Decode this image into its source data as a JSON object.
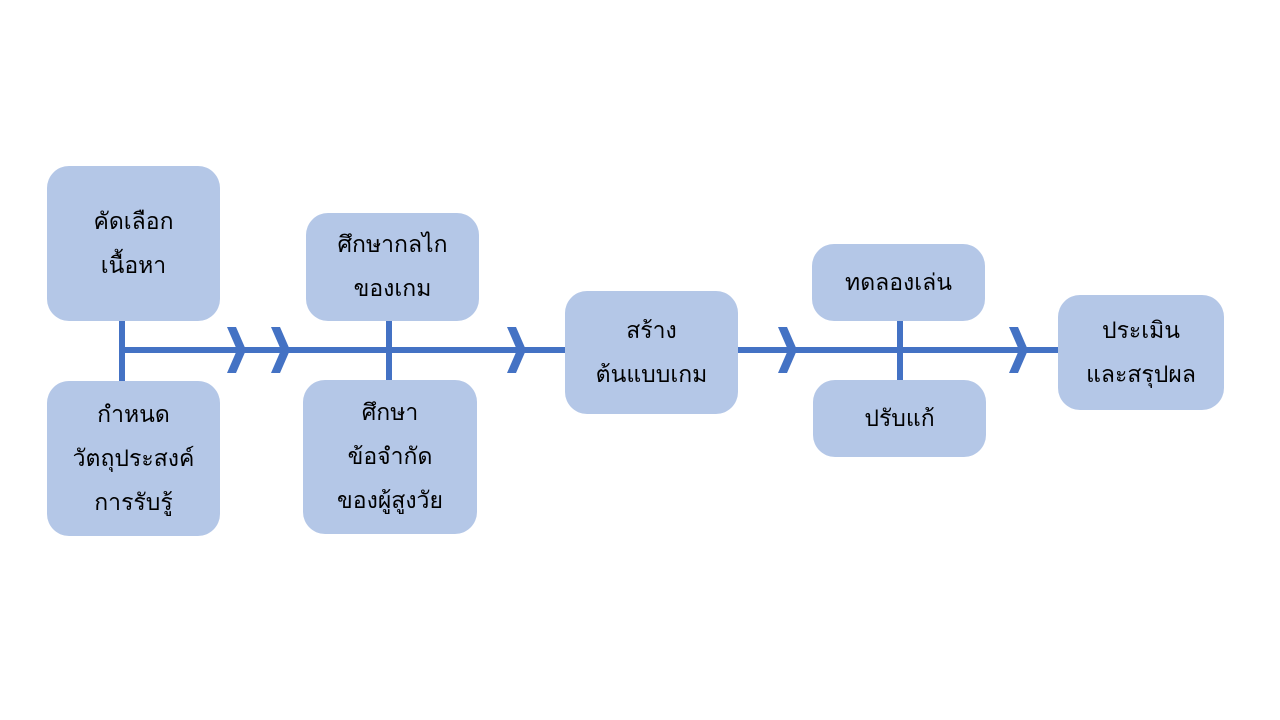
{
  "colors": {
    "box": "#b4c7e7",
    "line": "#4472c4"
  },
  "steps": [
    {
      "lines": [
        "คัดเลือก",
        "เนื้อหา"
      ]
    },
    {
      "lines": [
        "กำหนด",
        "วัตถุประสงค์",
        "การรับรู้"
      ]
    },
    {
      "lines": [
        "ศึกษากลไก",
        "ของเกม"
      ]
    },
    {
      "lines": [
        "ศึกษา",
        "ข้อจำกัด",
        "ของผู้สูงวัย"
      ]
    },
    {
      "lines": [
        "สร้าง",
        "ต้นแบบเกม"
      ]
    },
    {
      "lines": [
        "ทดลองเล่น"
      ]
    },
    {
      "lines": [
        "ปรับแก้"
      ]
    },
    {
      "lines": [
        "ประเมิน",
        "และสรุปผล"
      ]
    }
  ]
}
